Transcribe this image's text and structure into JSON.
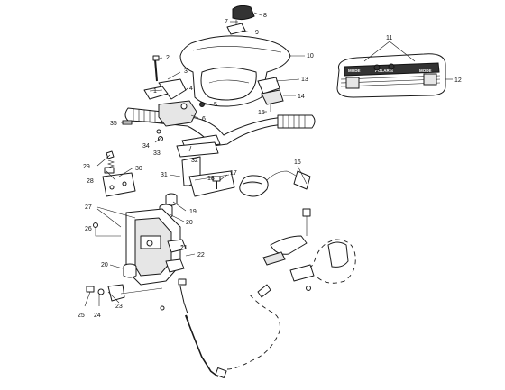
{
  "diagram": {
    "callouts": [
      {
        "id": "c1",
        "label": "1"
      },
      {
        "id": "c2",
        "label": "2"
      },
      {
        "id": "c3",
        "label": "3"
      },
      {
        "id": "c4",
        "label": "4"
      },
      {
        "id": "c5",
        "label": "5"
      },
      {
        "id": "c6",
        "label": "6"
      },
      {
        "id": "c7",
        "label": "7"
      },
      {
        "id": "c8",
        "label": "8"
      },
      {
        "id": "c9",
        "label": "9"
      },
      {
        "id": "c10",
        "label": "10"
      },
      {
        "id": "c11",
        "label": "11"
      },
      {
        "id": "c12",
        "label": "12"
      },
      {
        "id": "c13",
        "label": "13"
      },
      {
        "id": "c14",
        "label": "14"
      },
      {
        "id": "c15",
        "label": "15"
      },
      {
        "id": "c16",
        "label": "16"
      },
      {
        "id": "c17",
        "label": "17"
      },
      {
        "id": "c18",
        "label": "18"
      },
      {
        "id": "c19",
        "label": "19"
      },
      {
        "id": "c20a",
        "label": "20"
      },
      {
        "id": "c20b",
        "label": "20"
      },
      {
        "id": "c21",
        "label": "21"
      },
      {
        "id": "c22",
        "label": "22"
      },
      {
        "id": "c23",
        "label": "23"
      },
      {
        "id": "c24",
        "label": "24"
      },
      {
        "id": "c25",
        "label": "25"
      },
      {
        "id": "c26",
        "label": "26"
      },
      {
        "id": "c27",
        "label": "27"
      },
      {
        "id": "c28",
        "label": "28"
      },
      {
        "id": "c29",
        "label": "29"
      },
      {
        "id": "c30",
        "label": "30"
      },
      {
        "id": "c31",
        "label": "31"
      },
      {
        "id": "c32",
        "label": "32"
      },
      {
        "id": "c33",
        "label": "33"
      },
      {
        "id": "c34",
        "label": "34"
      },
      {
        "id": "c35",
        "label": "35"
      }
    ],
    "panel": {
      "brand": "POLARIS",
      "left_label": "MODE",
      "right_label": "MODE"
    }
  }
}
